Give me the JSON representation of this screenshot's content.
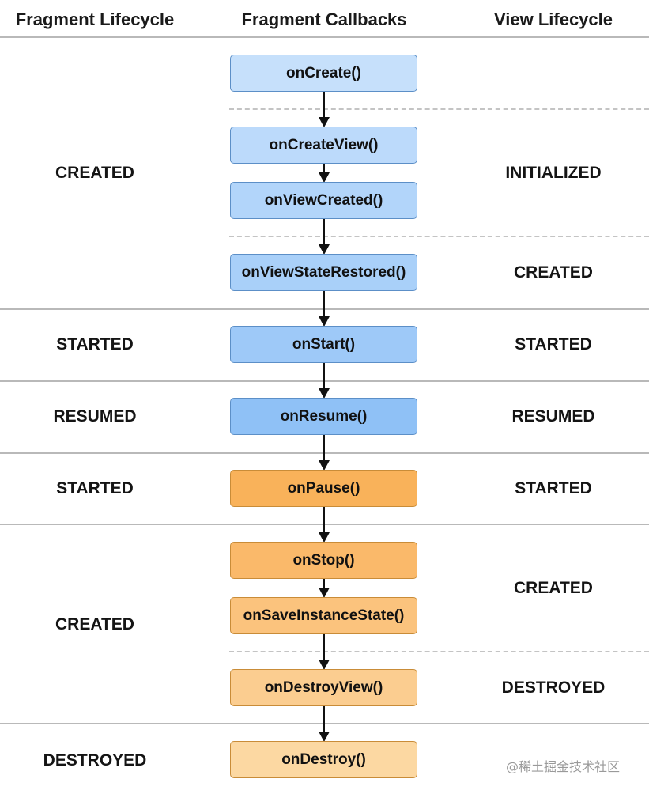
{
  "headers": {
    "fragment_lifecycle": "Fragment Lifecycle",
    "fragment_callbacks": "Fragment Callbacks",
    "view_lifecycle": "View Lifecycle"
  },
  "fragment_states": [
    "CREATED",
    "STARTED",
    "RESUMED",
    "STARTED",
    "CREATED",
    "DESTROYED"
  ],
  "view_states": [
    "INITIALIZED",
    "CREATED",
    "STARTED",
    "RESUMED",
    "STARTED",
    "CREATED",
    "DESTROYED"
  ],
  "callbacks": [
    "onCreate()",
    "onCreateView()",
    "onViewCreated()",
    "onViewStateRestored()",
    "onStart()",
    "onResume()",
    "onPause()",
    "onStop()",
    "onSaveInstanceState()",
    "onDestroyView()",
    "onDestroy()"
  ],
  "colors": {
    "blue_light": "#c6e0fb",
    "blue_mid": "#aed3fa",
    "blue_dark": "#8fc1f6",
    "blue_border": "#5c8fc7",
    "orange_dark": "#f9b25a",
    "orange_mid": "#fbc37d",
    "orange_light": "#fcd8a2",
    "orange_border": "#c98c38"
  },
  "watermark": "@稀土掘金技术社区"
}
